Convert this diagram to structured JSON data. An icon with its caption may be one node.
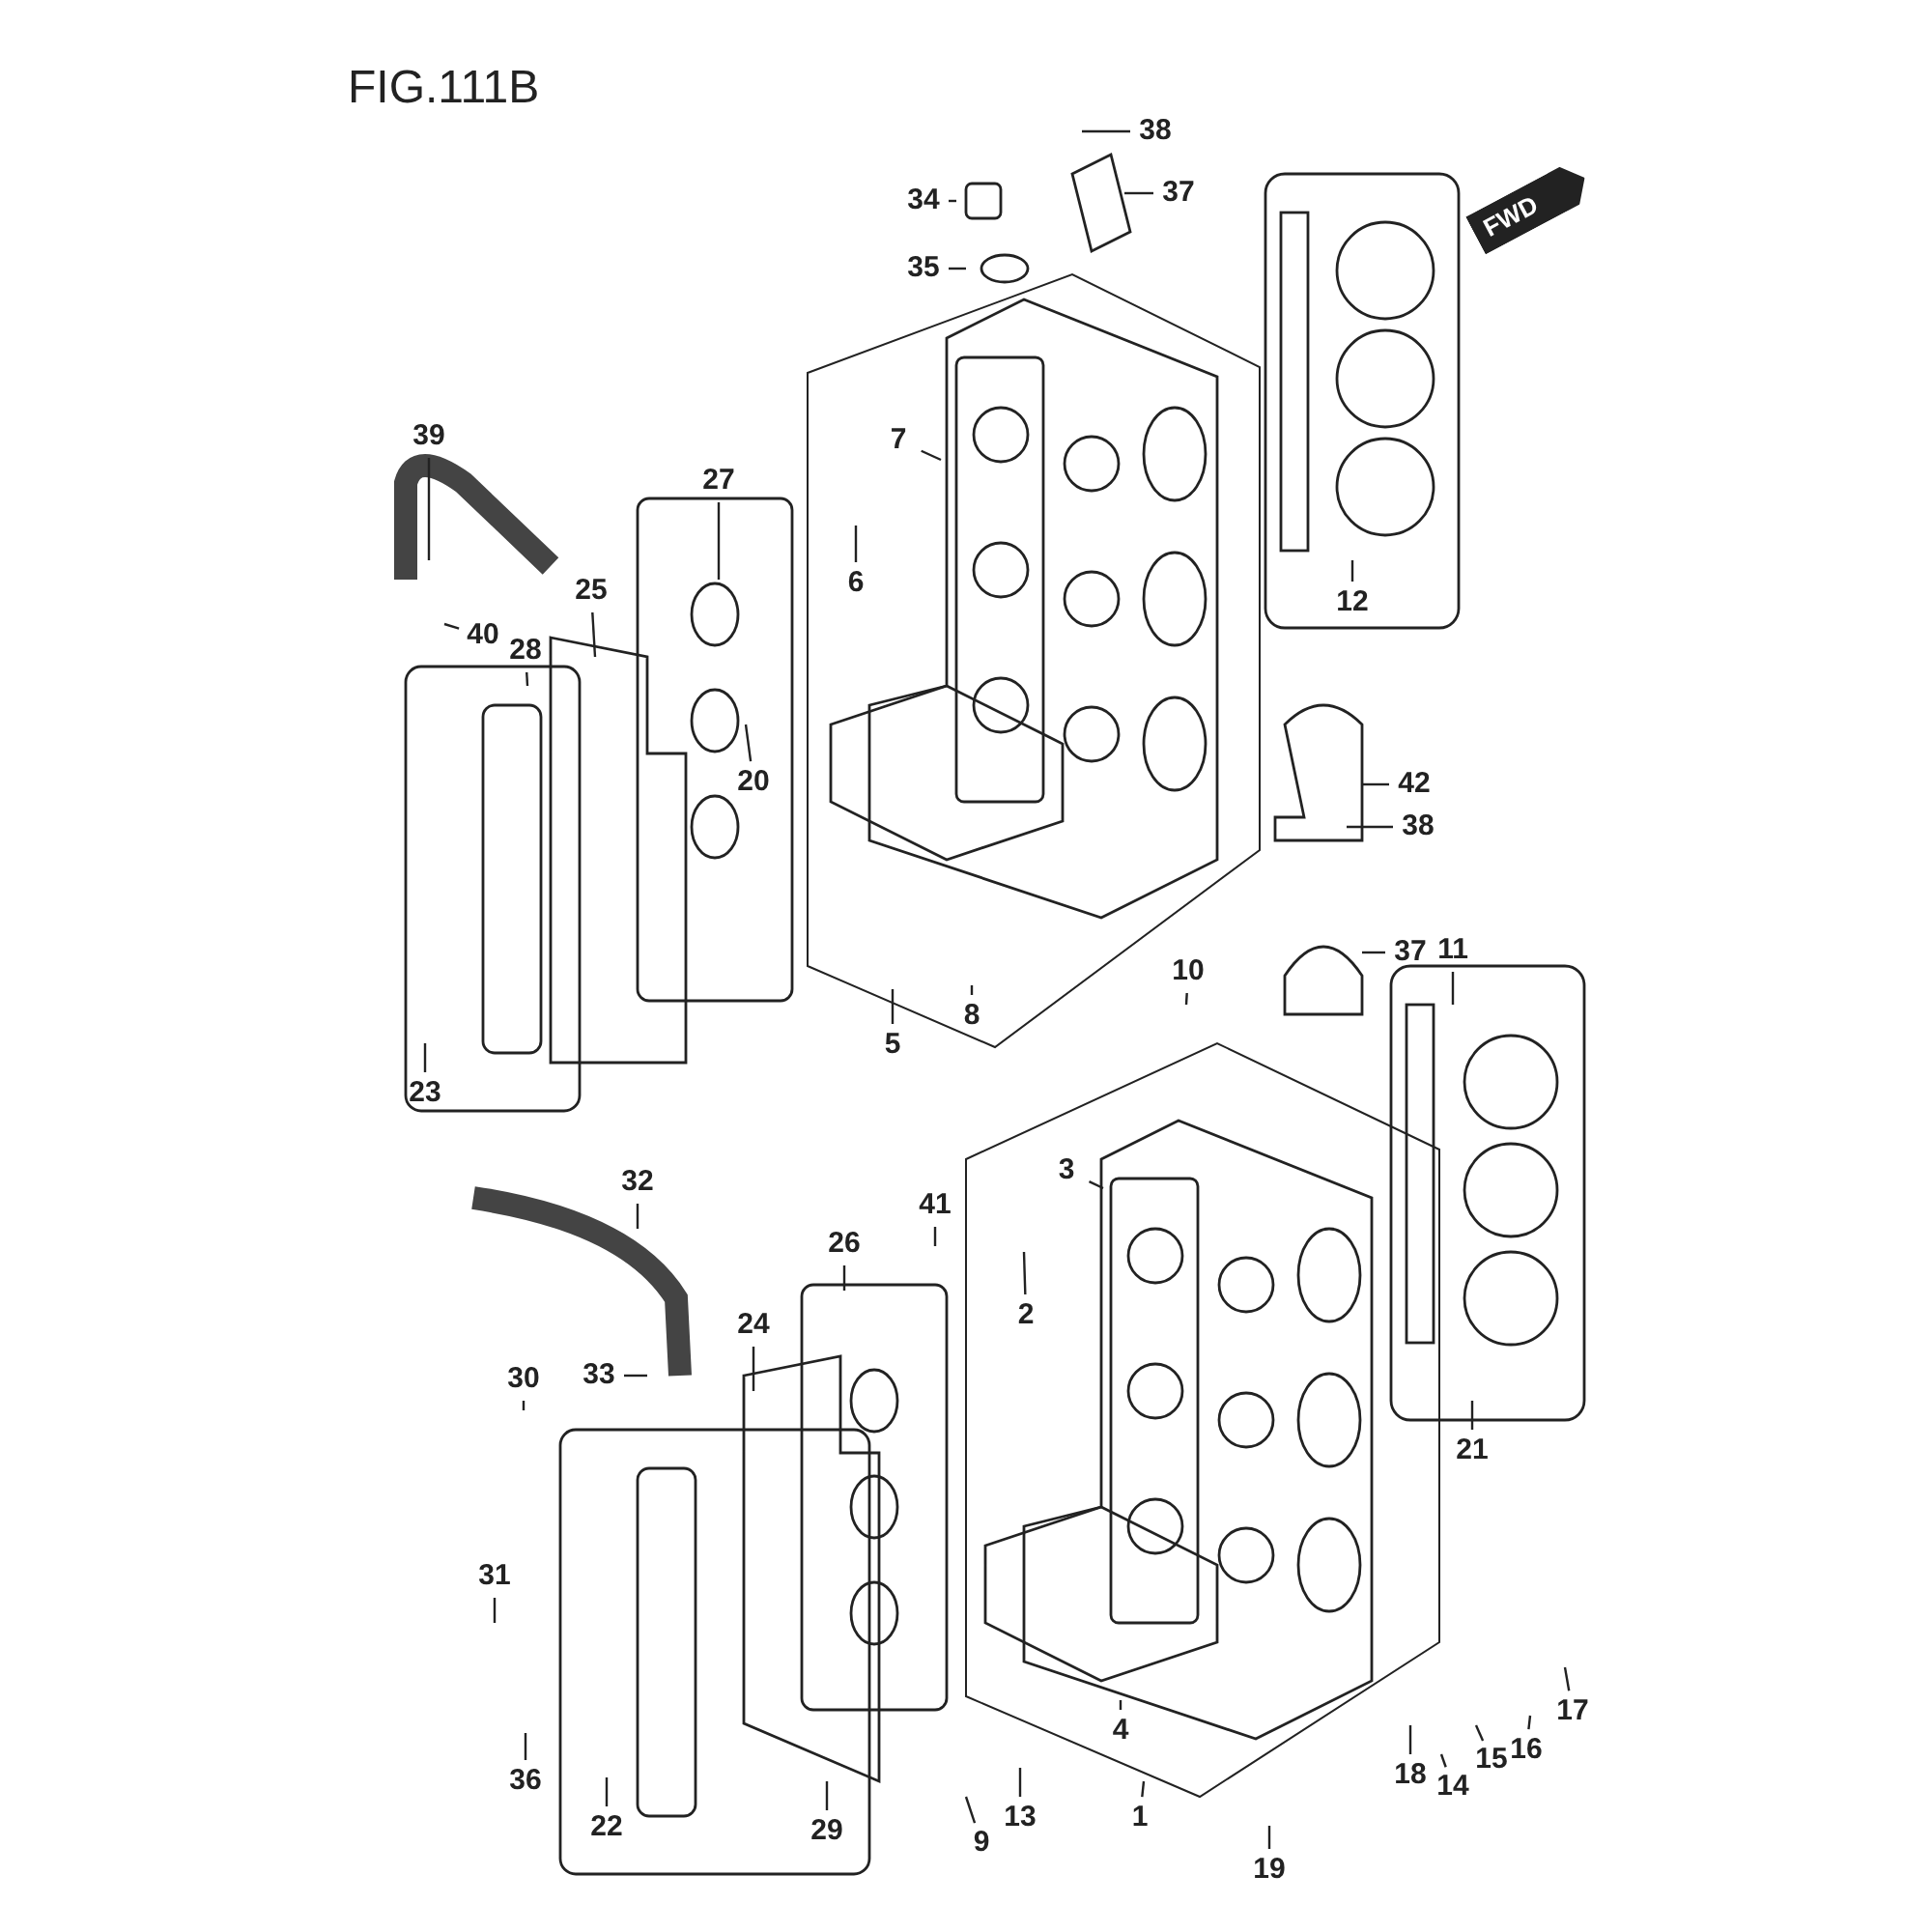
{
  "diagram": {
    "title": "FIG.111B",
    "nodes": [
      {
        "text": [
          "38"
        ]
      },
      {
        "text": [
          "34"
        ]
      },
      {
        "text": [
          "37"
        ]
      },
      {
        "text": [
          "35"
        ]
      },
      {
        "text": [
          "39"
        ]
      },
      {
        "text": [
          "7"
        ]
      },
      {
        "text": [
          "6"
        ]
      },
      {
        "text": [
          "27"
        ]
      },
      {
        "text": [
          "25"
        ]
      },
      {
        "text": [
          "12"
        ]
      },
      {
        "text": [
          "40"
        ]
      },
      {
        "text": [
          "28"
        ]
      },
      {
        "text": [
          "20"
        ]
      },
      {
        "text": [
          "42"
        ]
      },
      {
        "text": [
          "38"
        ]
      },
      {
        "text": [
          "37"
        ]
      },
      {
        "text": [
          "11"
        ]
      },
      {
        "text": [
          "10"
        ]
      },
      {
        "text": [
          "8"
        ]
      },
      {
        "text": [
          "5"
        ]
      },
      {
        "text": [
          "23"
        ]
      },
      {
        "text": [
          "3"
        ]
      },
      {
        "text": [
          "32"
        ]
      },
      {
        "text": [
          "41"
        ]
      },
      {
        "text": [
          "26"
        ]
      },
      {
        "text": [
          "2"
        ]
      },
      {
        "text": [
          "24"
        ]
      },
      {
        "text": [
          "30"
        ]
      },
      {
        "text": [
          "33"
        ]
      },
      {
        "text": [
          "21"
        ]
      },
      {
        "text": [
          "31"
        ]
      },
      {
        "text": [
          "17"
        ]
      },
      {
        "text": [
          "4"
        ]
      },
      {
        "text": [
          "16"
        ]
      },
      {
        "text": [
          "18"
        ]
      },
      {
        "text": [
          "36"
        ]
      },
      {
        "text": [
          "15"
        ]
      },
      {
        "text": [
          "14"
        ]
      },
      {
        "text": [
          "22"
        ]
      },
      {
        "text": [
          "29"
        ]
      },
      {
        "text": [
          "13"
        ]
      },
      {
        "text": [
          "1"
        ]
      },
      {
        "text": [
          "9"
        ]
      },
      {
        "text": [
          "19"
        ]
      }
    ],
    "edges": [
      {
        "from": 0,
        "to": null,
        "arrow": "none"
      },
      {
        "from": 1,
        "to": null,
        "arrow": "none"
      },
      {
        "from": 2,
        "to": null,
        "arrow": "none"
      },
      {
        "from": 3,
        "to": null,
        "arrow": "none"
      },
      {
        "from": 4,
        "to": null,
        "arrow": "none"
      },
      {
        "from": 5,
        "to": null,
        "arrow": "none"
      },
      {
        "from": 6,
        "to": null,
        "arrow": "none"
      },
      {
        "from": 7,
        "to": null,
        "arrow": "none"
      },
      {
        "from": 8,
        "to": null,
        "arrow": "none"
      },
      {
        "from": 9,
        "to": null,
        "arrow": "none"
      },
      {
        "from": 10,
        "to": null,
        "arrow": "none"
      },
      {
        "from": 11,
        "to": null,
        "arrow": "none"
      },
      {
        "from": 12,
        "to": null,
        "arrow": "none"
      },
      {
        "from": 13,
        "to": null,
        "arrow": "none"
      },
      {
        "from": 14,
        "to": null,
        "arrow": "none"
      },
      {
        "from": 15,
        "to": null,
        "arrow": "none"
      },
      {
        "from": 16,
        "to": null,
        "arrow": "none"
      },
      {
        "from": 17,
        "to": null,
        "arrow": "none"
      },
      {
        "from": 18,
        "to": null,
        "arrow": "none"
      },
      {
        "from": 19,
        "to": null,
        "arrow": "none"
      },
      {
        "from": 20,
        "to": null,
        "arrow": "none"
      },
      {
        "from": 21,
        "to": null,
        "arrow": "none"
      },
      {
        "from": 22,
        "to": null,
        "arrow": "none"
      },
      {
        "from": 23,
        "to": null,
        "arrow": "none"
      },
      {
        "from": 24,
        "to": null,
        "arrow": "none"
      },
      {
        "from": 25,
        "to": null,
        "arrow": "none"
      },
      {
        "from": 26,
        "to": null,
        "arrow": "none"
      },
      {
        "from": 27,
        "to": null,
        "arrow": "none"
      },
      {
        "from": 28,
        "to": null,
        "arrow": "none"
      },
      {
        "from": 29,
        "to": null,
        "arrow": "none"
      },
      {
        "from": 30,
        "to": null,
        "arrow": "none"
      },
      {
        "from": 31,
        "to": null,
        "arrow": "none"
      },
      {
        "from": 32,
        "to": null,
        "arrow": "none"
      },
      {
        "from": 33,
        "to": null,
        "arrow": "none"
      },
      {
        "from": 34,
        "to": null,
        "arrow": "none"
      },
      {
        "from": 35,
        "to": null,
        "arrow": "none"
      },
      {
        "from": 36,
        "to": null,
        "arrow": "none"
      },
      {
        "from": 37,
        "to": null,
        "arrow": "none"
      },
      {
        "from": 38,
        "to": null,
        "arrow": "none"
      },
      {
        "from": 39,
        "to": null,
        "arrow": "none"
      },
      {
        "from": 40,
        "to": null,
        "arrow": "none"
      },
      {
        "from": 41,
        "to": null,
        "arrow": "none"
      },
      {
        "from": 42,
        "to": null,
        "arrow": "none"
      },
      {
        "from": 43,
        "to": null,
        "arrow": "none"
      }
    ],
    "labels": [
      "FWD"
    ]
  }
}
